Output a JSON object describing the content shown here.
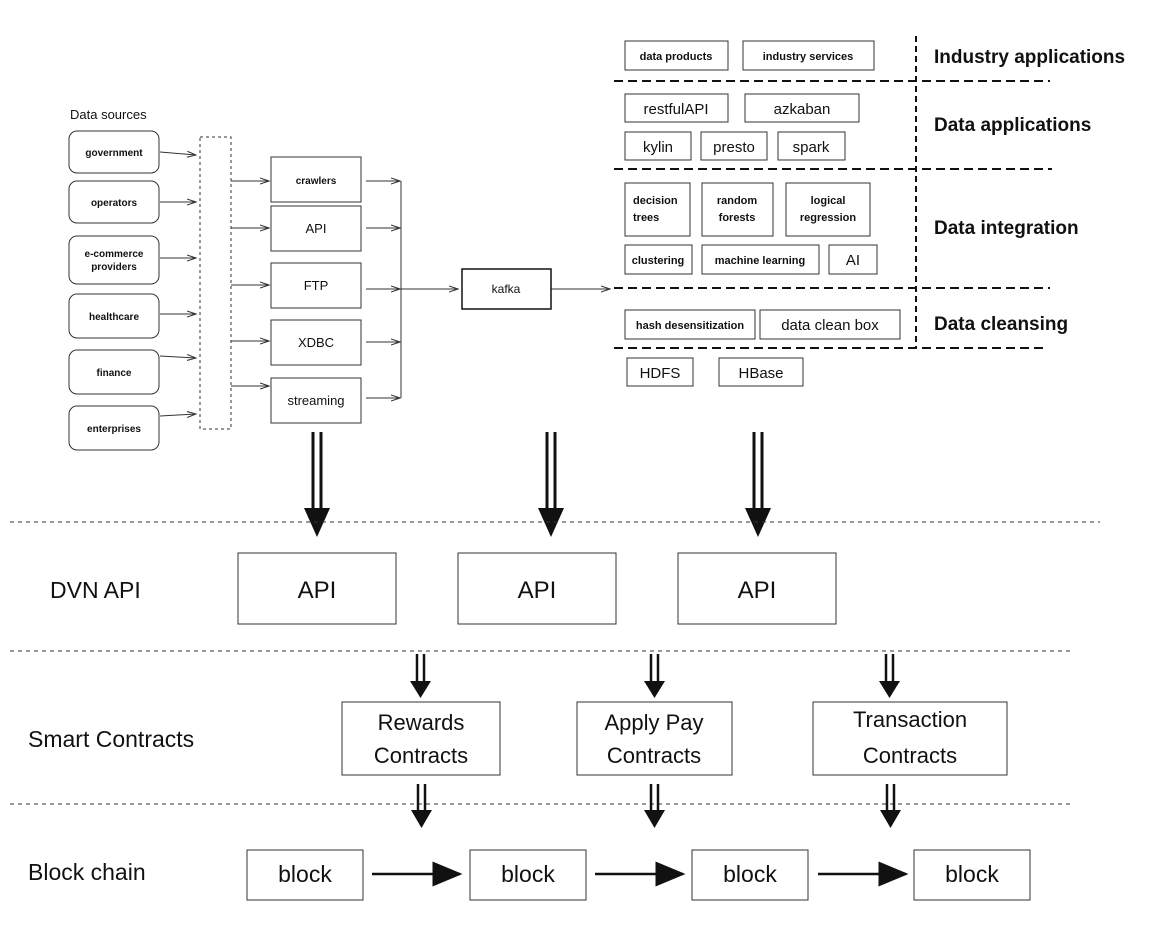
{
  "sources": {
    "title": "Data sources",
    "items": [
      "government",
      "operators",
      "e-commerce",
      "providers",
      "healthcare",
      "finance",
      "enterprises"
    ]
  },
  "collectors": [
    "crawlers",
    "API",
    "FTP",
    "XDBC",
    "streaming"
  ],
  "queue": "kafka",
  "layers": {
    "industry_applications": {
      "label": "Industry applications",
      "items": [
        "data products",
        "industry services"
      ]
    },
    "data_applications": {
      "label": "Data applications",
      "items": [
        "restfulAPI",
        "azkaban",
        "kylin",
        "presto",
        "spark"
      ]
    },
    "data_integration": {
      "label": "Data integration",
      "items": [
        "decision",
        "trees",
        "random",
        "forests",
        "logical",
        "regression",
        "clustering",
        "machine learning",
        "AI"
      ]
    },
    "data_cleansing": {
      "label": "Data cleansing",
      "items": [
        "hash desensitization",
        "data clean box"
      ]
    },
    "storage": [
      "HDFS",
      "HBase"
    ]
  },
  "dvn": {
    "label": "DVN API",
    "apis": [
      "API",
      "API",
      "API"
    ]
  },
  "contracts": {
    "label": "Smart Contracts",
    "items": [
      [
        "Rewards",
        "Contracts"
      ],
      [
        "Apply Pay",
        "Contracts"
      ],
      [
        "Transaction",
        "Contracts"
      ]
    ]
  },
  "chain": {
    "label": "Block chain",
    "blocks": [
      "block",
      "block",
      "block",
      "block"
    ]
  }
}
